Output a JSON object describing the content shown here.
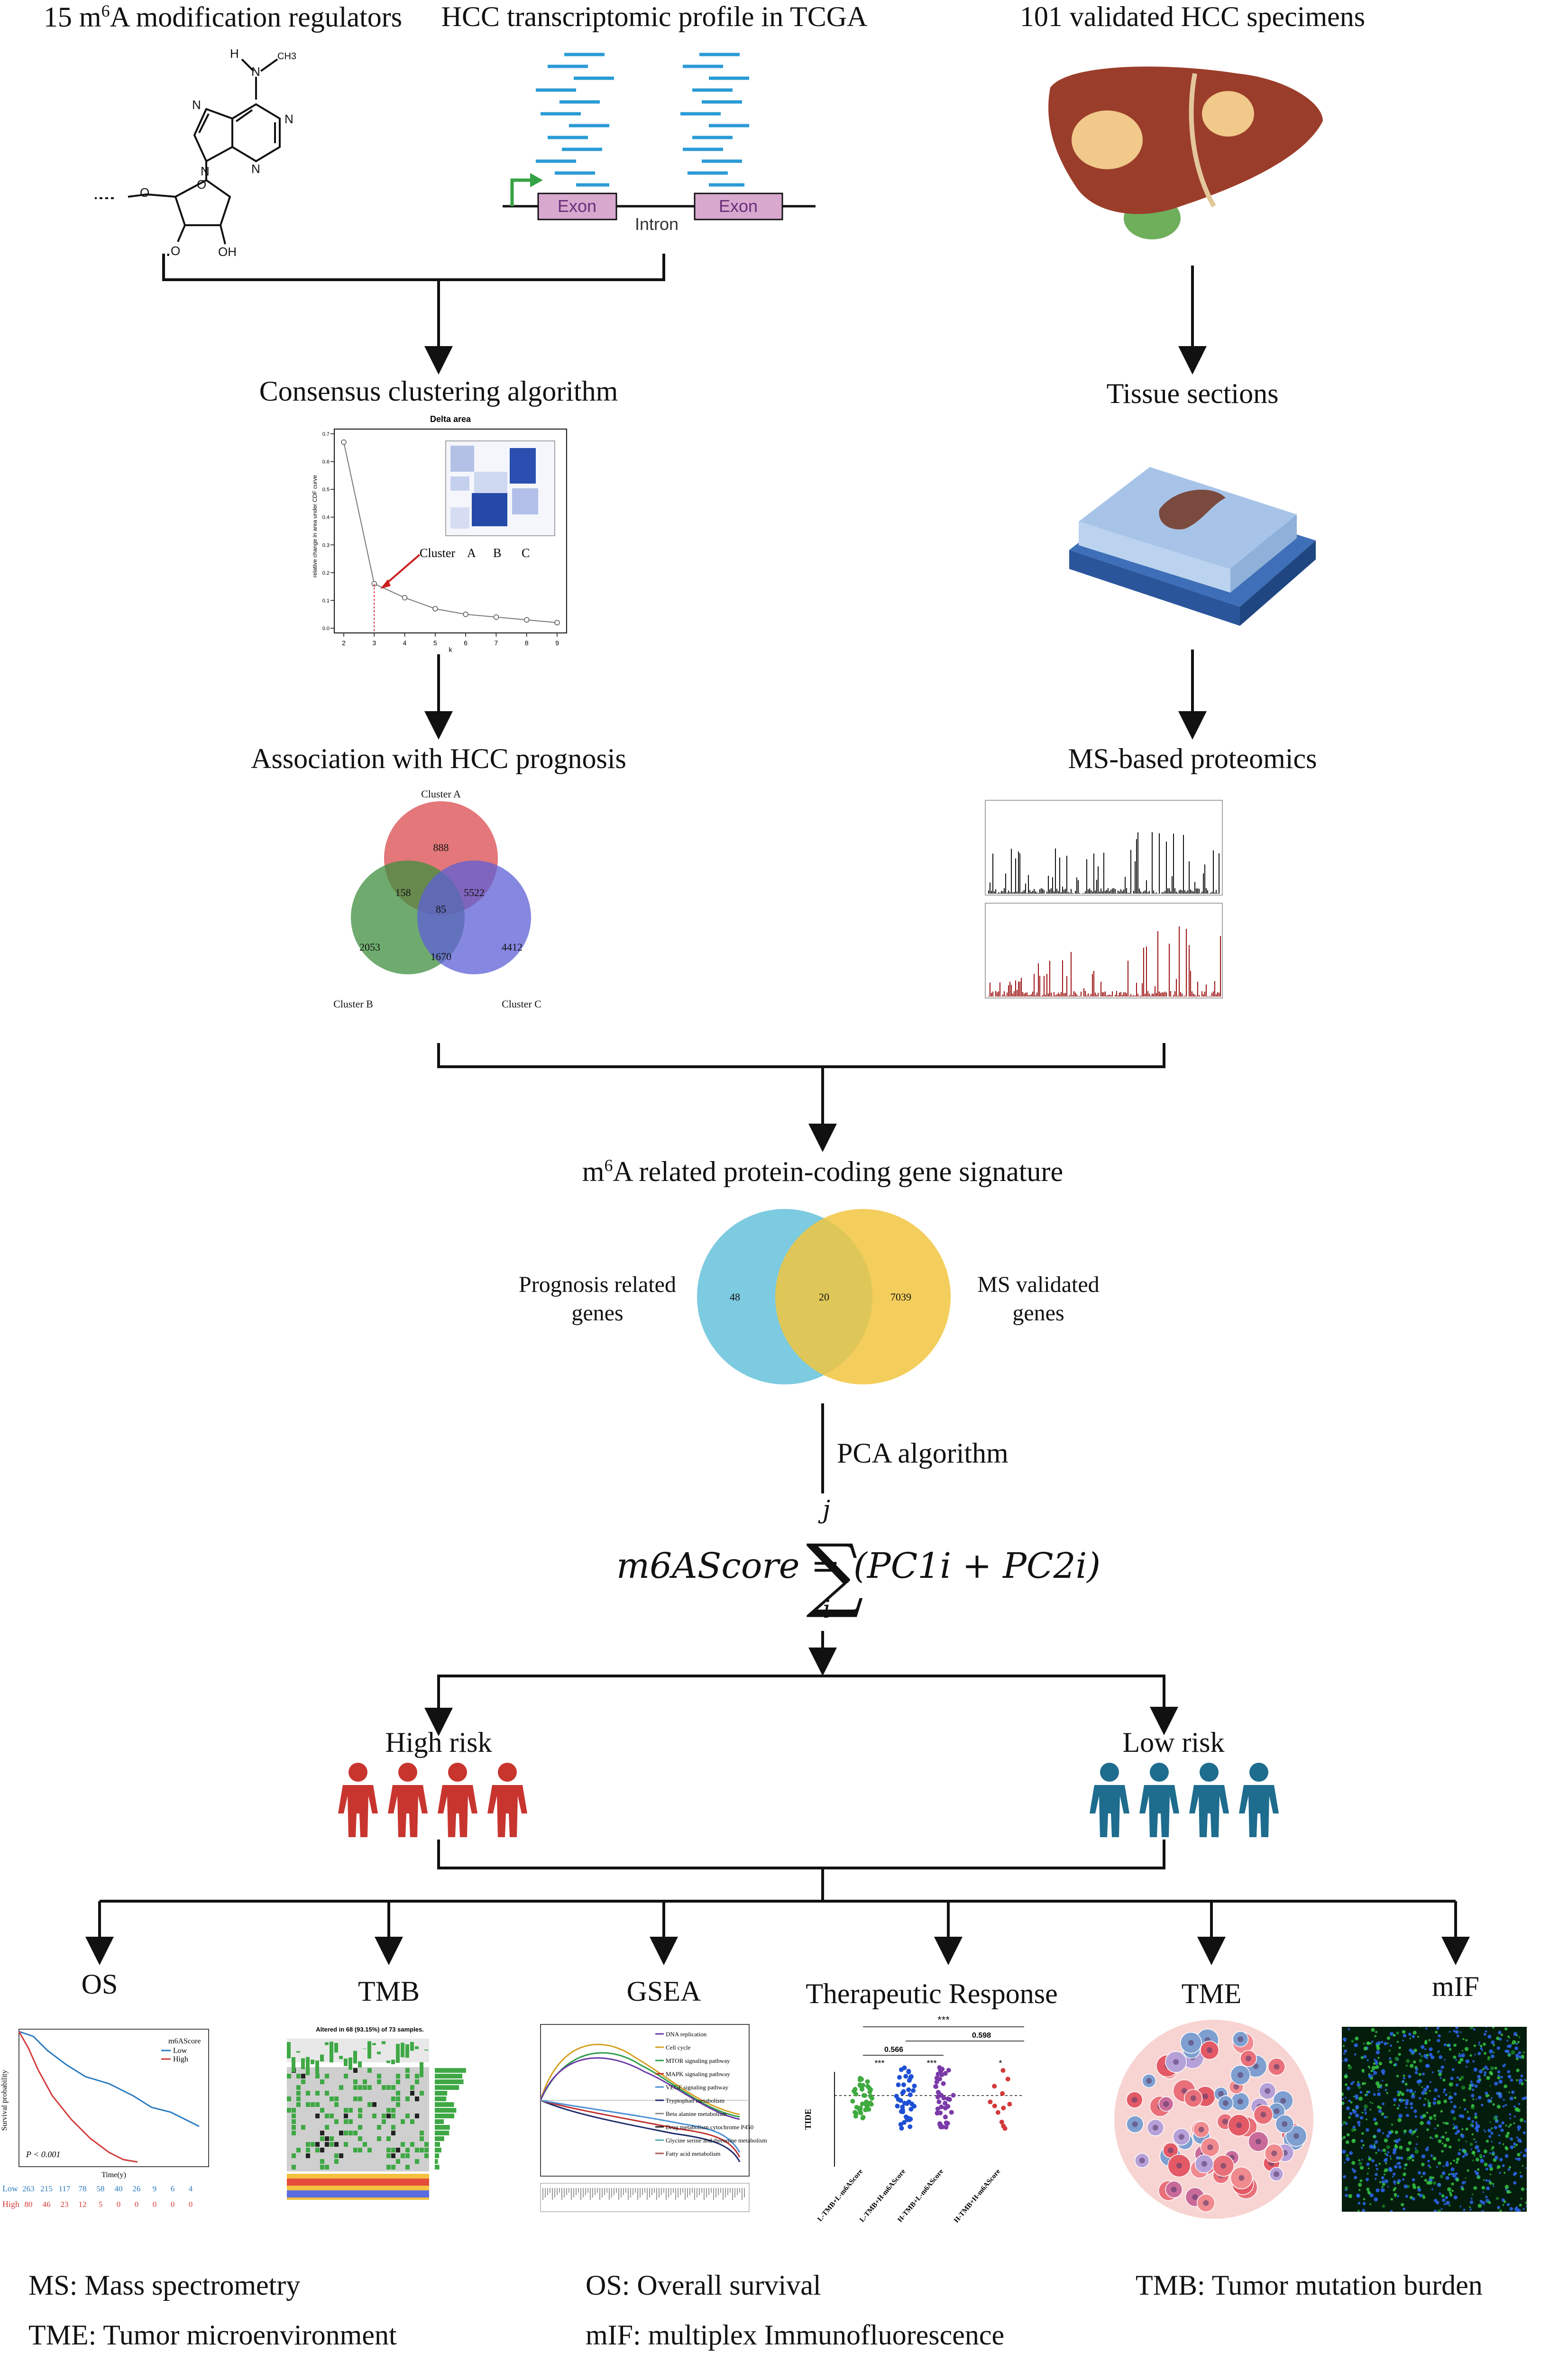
{
  "top": {
    "regulators_prefix": "15 m",
    "regulators_sup": "6",
    "regulators_suffix": "A modification regulators",
    "transcriptomic": "HCC transcriptomic profile in TCGA",
    "specimens": "101 validated HCC specimens"
  },
  "molecule": {
    "atom_h": "H",
    "atom_n1": "N",
    "atom_ch3": "CH3",
    "atom_n2": "N",
    "atom_n3": "N",
    "atom_n4": "N",
    "atom_n5": "N",
    "atom_o1": "O",
    "atom_oh": "OH",
    "atom_o2": "O"
  },
  "gene": {
    "exon1": "Exon",
    "exon2": "Exon",
    "intron": "Intron"
  },
  "left_flow": {
    "consensus": "Consensus clustering algorithm",
    "association": "Association with HCC prognosis"
  },
  "right_flow": {
    "tissue": "Tissue sections",
    "ms": "MS-based proteomics"
  },
  "delta_plot": {
    "title": "Delta area",
    "xlabel": "k",
    "ylabel": "relative change in area under CDF curve",
    "annotation": "Cluster",
    "heatmap_labels": [
      "A",
      "B",
      "C"
    ],
    "x_ticks": [
      "2",
      "3",
      "4",
      "5",
      "6",
      "7",
      "8",
      "9"
    ],
    "y_ticks": [
      "0.0",
      "0.1",
      "0.2",
      "0.3",
      "0.4",
      "0.5",
      "0.6",
      "0.7"
    ]
  },
  "chart_data": [
    {
      "type": "line",
      "title": "Delta area",
      "xlabel": "k",
      "ylabel": "relative change in area under CDF curve",
      "x": [
        2,
        3,
        4,
        5,
        6,
        7,
        8,
        9
      ],
      "y": [
        0.67,
        0.16,
        0.11,
        0.07,
        0.05,
        0.04,
        0.03,
        0.02
      ],
      "xlim": [
        2,
        9
      ],
      "ylim": [
        0,
        0.7
      ]
    }
  ],
  "venn1": {
    "labels": {
      "a": "Cluster A",
      "b": "Cluster B",
      "c": "Cluster C"
    },
    "values": {
      "a_only": "888",
      "ab": "158",
      "abc": "85",
      "ac": "5522",
      "b_only": "2053",
      "bc": "1670",
      "c_only": "4412"
    },
    "colors": {
      "a": "#d94a4e",
      "b": "#3f8f3f",
      "c": "#5d5fd6"
    }
  },
  "signature": {
    "prefix": "m",
    "sup": "6",
    "suffix": "A related protein-coding gene signature",
    "left_label_1": "Prognosis related",
    "left_label_2": "genes",
    "right_label_1": "MS validated",
    "right_label_2": "genes",
    "left_only": "48",
    "overlap": "20",
    "right_only": "7039",
    "left_color": "#7ccbe0",
    "right_color": "#f1c640"
  },
  "pca": "PCA algorithm",
  "formula": {
    "lhs": "m6AScore = ",
    "rhs": "(PC1i + PC2i)",
    "upper": "j",
    "lower": "i"
  },
  "risk": {
    "high": "High risk",
    "low": "Low risk",
    "high_color": "#c8352f",
    "low_color": "#1e6c8e"
  },
  "analyses": {
    "os": "OS",
    "tmb": "TMB",
    "gsea": "GSEA",
    "therapeutic": "Therapeutic Response",
    "tme": "TME",
    "mif": "mIF"
  },
  "km_plot": {
    "legend_title": "m6AScore",
    "legend_low": "Low",
    "legend_high": "High",
    "p_value": "P < 0.001",
    "xlabel": "Time(y)",
    "ylabel": "Survival probability",
    "risk_low_label": "Low",
    "risk_high_label": "High",
    "risk_low": [
      "263",
      "215",
      "117",
      "78",
      "58",
      "40",
      "26",
      "9",
      "6",
      "4"
    ],
    "risk_high": [
      "80",
      "46",
      "23",
      "12",
      "5",
      "0",
      "0",
      "0",
      "0",
      "0"
    ]
  },
  "oncoplot": {
    "title": "Altered in 68 (93.15%) of 73 samples."
  },
  "gsea_legend": [
    "DNA replication",
    "Cell cycle",
    "MTOR signaling pathway",
    "MAPK signaling pathway",
    "VEGF signaling pathway",
    "Tryptophan metabolism",
    "Beta alanine metabolism",
    "Drug metabolism cytochrome P450",
    "Glycine serine and threonine metabolism",
    "Fatty acid metabolism"
  ],
  "dot_plot": {
    "ylabel": "TIDE",
    "sig_top": "***",
    "sig_mid": "0.598",
    "sig_low": "0.566",
    "groups": [
      "L-TMB+L-m6AScore",
      "L-TMB+H-m6AScore",
      "H-TMB+L-m6AScore",
      "H-TMB+H-m6AScore"
    ]
  },
  "captions": {
    "ms": "MS: Mass spectrometry",
    "os": "OS: Overall survival",
    "tmb": "TMB: Tumor mutation burden",
    "tme": "TME: Tumor microenvironment",
    "mif": "mIF: multiplex Immunofluorescence"
  }
}
